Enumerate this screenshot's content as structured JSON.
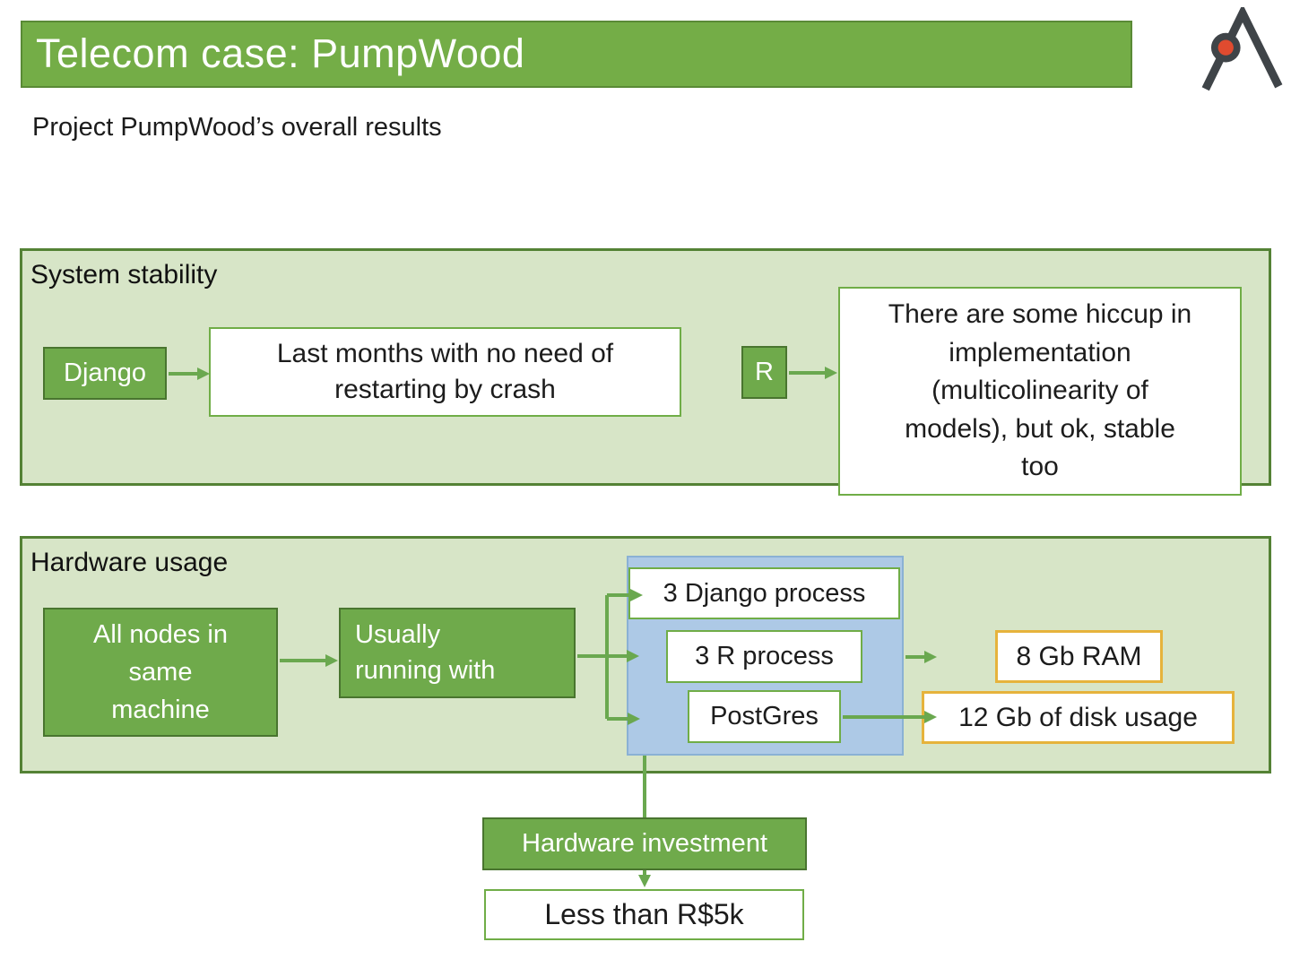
{
  "colors": {
    "accent_green": "#74ad47",
    "accent_green_dark": "#5a8a36",
    "section_bg": "#d7e5c7",
    "section_border": "#548235",
    "node_green": "#6faa4b",
    "node_border": "#49752f",
    "box_border_green": "#70ad47",
    "blue_fill": "#adc9e6",
    "blue_border": "#8ab1d4",
    "gold_border": "#e6b33c",
    "arrow_green": "#6aa84f",
    "logo_dark": "#3f4448",
    "logo_red": "#e04b2f",
    "text_dark": "#1c1c1c"
  },
  "header": {
    "title": "Telecom case: PumpWood"
  },
  "logo": {
    "name": "a-mark-logo"
  },
  "subtitle": "Project PumpWood’s overall results",
  "stability": {
    "title": "System stability",
    "django": {
      "label": "Django",
      "result": "Last months with no need of\nrestarting by crash"
    },
    "r": {
      "label": "R",
      "result": "There are some hiccup in\nimplementation\n(multicolinearity of\nmodels), but ok, stable\ntoo"
    }
  },
  "hardware": {
    "title": "Hardware usage",
    "nodes": "All nodes in\nsame\nmachine",
    "running": "Usually\nrunning with",
    "processes": [
      "3 Django process",
      "3 R process",
      "PostGres"
    ],
    "ram": "8 Gb RAM",
    "disk": "12 Gb of disk usage"
  },
  "investment": {
    "label": "Hardware investment",
    "value": "Less than R$5k"
  }
}
